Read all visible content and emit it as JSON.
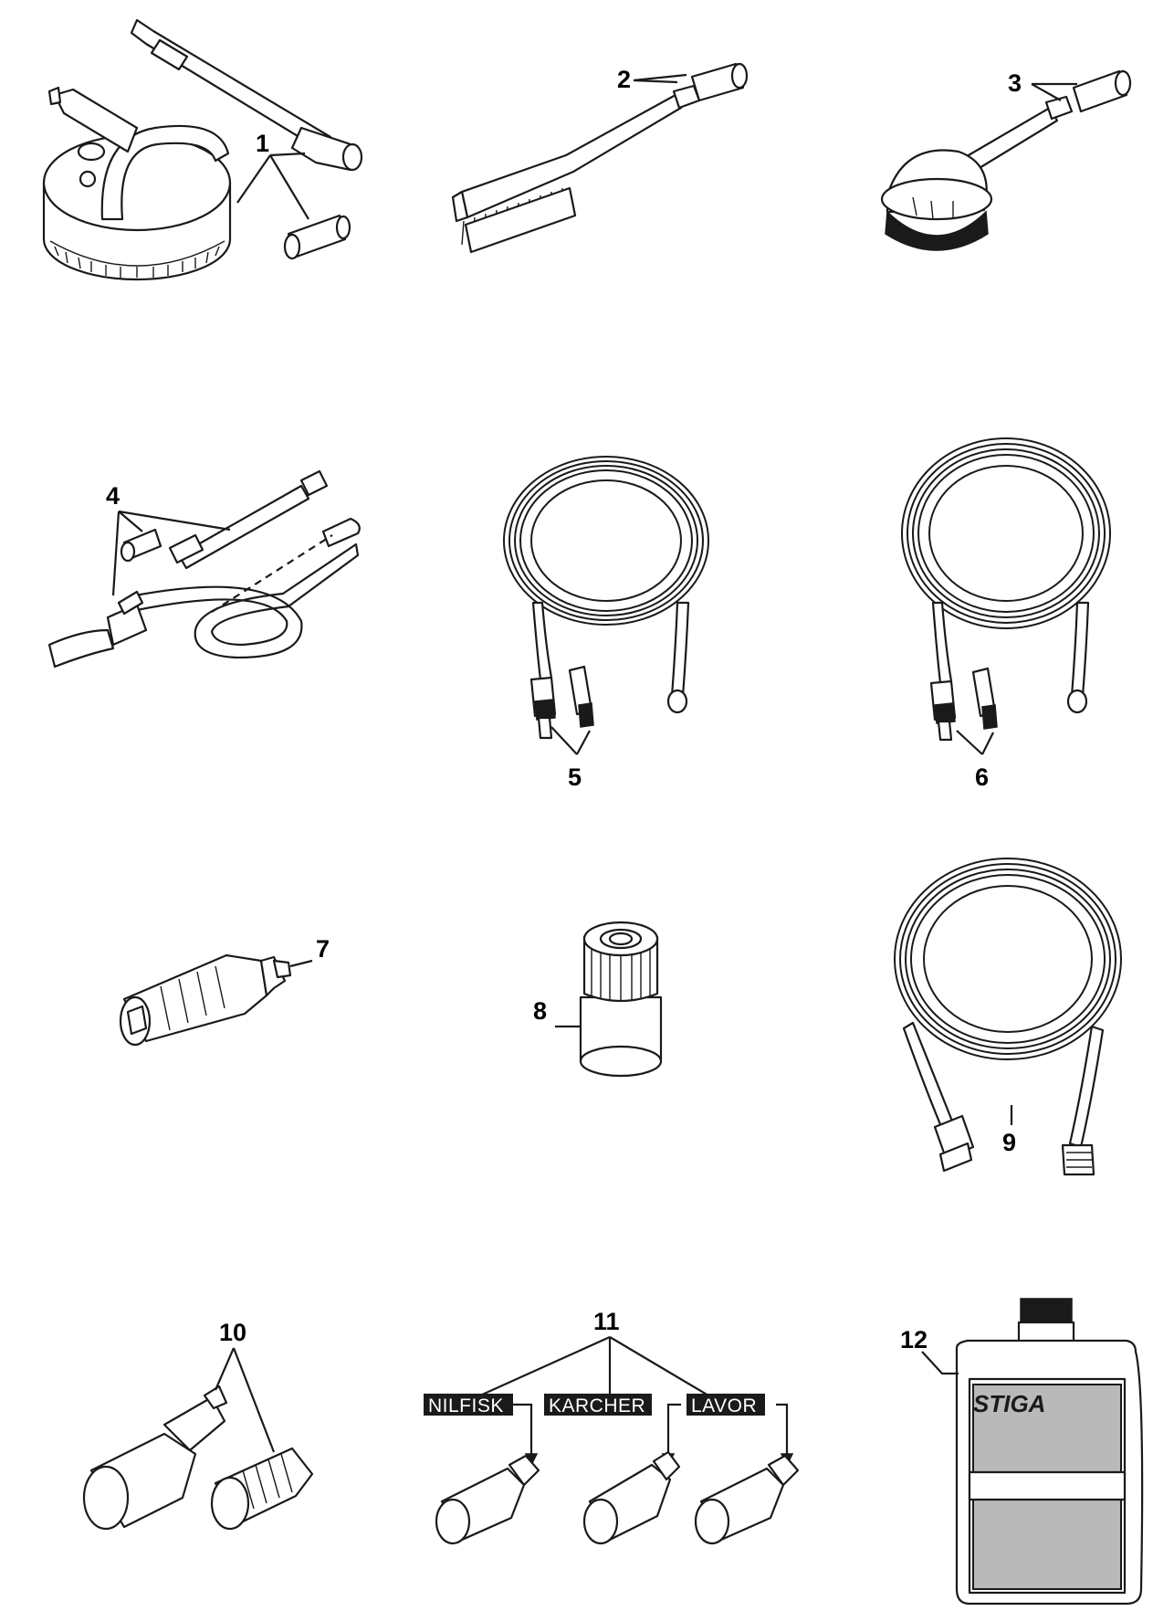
{
  "callouts": [
    "1",
    "2",
    "3",
    "4",
    "5",
    "6",
    "7",
    "8",
    "9",
    "10",
    "11",
    "12"
  ],
  "brand_tags": [
    "NILFISK",
    "KARCHER",
    "LAVOR"
  ],
  "bottle_brand": "STIGA",
  "parts": [
    {
      "callout": "1",
      "icon": "patio-cleaner-icon"
    },
    {
      "callout": "2",
      "icon": "flat-brush-icon"
    },
    {
      "callout": "3",
      "icon": "rotary-brush-icon"
    },
    {
      "callout": "4",
      "icon": "pipe-cleaning-kit-icon"
    },
    {
      "callout": "5",
      "icon": "hose-reel-icon"
    },
    {
      "callout": "6",
      "icon": "hose-reel-icon"
    },
    {
      "callout": "7",
      "icon": "nozzle-icon"
    },
    {
      "callout": "8",
      "icon": "adapter-icon"
    },
    {
      "callout": "9",
      "icon": "extension-hose-icon"
    },
    {
      "callout": "10",
      "icon": "turbo-nozzle-icon"
    },
    {
      "callout": "11",
      "icon": "brand-adapter-icon"
    },
    {
      "callout": "12",
      "icon": "detergent-bottle-icon"
    }
  ],
  "colors": {
    "ink": "#1a1a1a",
    "paper": "#ffffff",
    "label_fill": "#b9b9b9"
  }
}
